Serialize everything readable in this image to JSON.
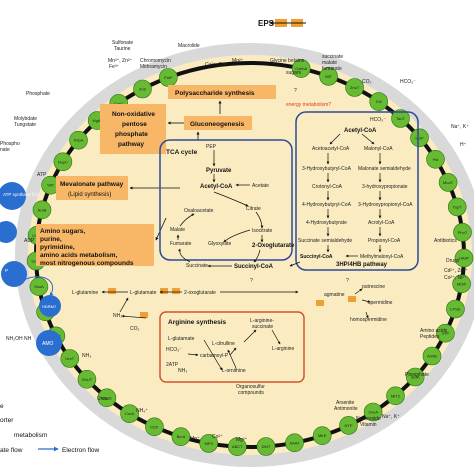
{
  "title_eps": "EPS",
  "top_row": {
    "sulfonate": "Sulfonate",
    "taurine": "Taurine",
    "glycine_betaine": "Glycine betaine",
    "sugars": "sugars",
    "succinate": "succinate",
    "malate": "malate",
    "fumarate": "fumarate",
    "co2": "CO₂",
    "hco3": "HCO₃⁻",
    "mn_zn": "Mn²⁺, Zn²⁺",
    "fe3": "Fe³⁺",
    "chromomycin": "Chromomycin",
    "mithramycin": "Mithramycin",
    "macrolide": "Macrolide",
    "cu_co": "Cu²⁺, Co²⁺",
    "mg2": "Mg²⁺",
    "question": "?"
  },
  "left_side": {
    "phosphate": "Phosphate",
    "molybdate": "Molybdate",
    "tungstate": "Tungstate",
    "phospho": "Phospho",
    "nate": "nate",
    "atp": "ATP",
    "adp": "ADP",
    "atp_synthase": "ATP synthase (V)",
    "nh2oh_nh": "NH₂OH  NH",
    "p": "P",
    "hdrm": "HDRM?",
    "amo": "AMO"
  },
  "right_side": {
    "na_k": "Na⁺, K⁺",
    "h": "H⁺",
    "antibiotics": "Antibiotics",
    "drugs": "Drugs",
    "cd_zn": "Cd²⁺, Zn²⁺",
    "co_ni": "Co²⁺, Ni²⁺",
    "amino_acids": "Amino acids",
    "peptides": "Peptides",
    "phosphate": "Phosphate",
    "na_k_bottom": "Na⁺, K⁺"
  },
  "bottom_row": {
    "urea": "Urea",
    "nh4": "NH₄⁺",
    "organosulfur": "Organosulfur",
    "compounds": "compounds",
    "arsenite": "Arsenite",
    "antimonite": "Antimonite",
    "nucleoside": "Nucleoside",
    "vitamin": "Vitamin",
    "mo": "Mo⁺",
    "ion_a": "Co²⁺",
    "ion_b": "Mg²⁺"
  },
  "boxes": {
    "polysaccharide": "Polysaccharide synthesis",
    "nonox_l1": "Non-oxidative",
    "nonox_l2": "pentose",
    "nonox_l3": "phosphate",
    "nonox_l4": "pathway",
    "gluconeogenesis": "Gluconeogenesis",
    "mevalonate_l1": "Mevalonate pathway",
    "mevalonate_l2": "(Lipid synthesis)",
    "aa_l1": "Amino sugars,",
    "aa_l2": "purine,",
    "aa_l3": "pyrimidine,",
    "aa_l4": "amino acids metabolism,",
    "aa_l5": "most nitrogenous compounds",
    "energy": "energy metabolism?"
  },
  "tca": {
    "title": "TCA cycle",
    "pep": "PEP",
    "pyruvate": "Pyruvate",
    "acetyl_coa": "Acetyl-CoA",
    "acetate": "Acetate",
    "oxaloacetate": "Oxaloacetate",
    "citrate": "Citrate",
    "malate": "Malate",
    "fumarate": "Fumarate",
    "glyoxylate": "Glyoxylate",
    "isocitrate": "Isocitrate",
    "oxoglutarate": "2-Oxoglutarate",
    "succinate": "Succinate",
    "succinyl_coa": "Succinyl-CoA"
  },
  "hp": {
    "title": "3HP/4HB pathway",
    "hco3": "HCO₃⁻",
    "acetyl_coa": "Acetyl-CoA",
    "acetoacetyl": "Acetoacetyl-CoA",
    "malonyl": "Malonyl-CoA",
    "hb3": "3-Hydroxybutyryl-CoA",
    "malonate_sa": "Malonate semialdehyde",
    "crotonyl": "Crotonyl-CoA",
    "hp3": "3-hydroxypropionate",
    "hb4": "4-Hydroxybutyryl-CoA",
    "hpc3": "3-Hydroxypropionyl-CoA",
    "hb4b": "4-Hydroxybutyrate",
    "acrolyl": "Acrolyl-CoA",
    "succ_sa": "Succinate semialdehyde",
    "propionyl": "Propionyl-CoA",
    "succinyl": "Succinyl-CoA",
    "methylmalonyl": "Methylmalonyl-CoA",
    "hco3b": "HCO₃⁻"
  },
  "nitrogen": {
    "l_glutamine": "L-glutamine",
    "l_glutamate": "L-glutamate",
    "oxoglutarate": "2-oxoglutarate",
    "nh3": "NH₃",
    "co2": "CO₂",
    "nh3b": "NH₃",
    "agmatine": "agmatine",
    "putrescine": "putrescine",
    "spermidine": "spermidine",
    "homospermidine": "homospermidine",
    "q1": "?",
    "q2": "?"
  },
  "arginine": {
    "title": "Arginine synthesis",
    "l_arg_succ_1": "L-arginine-",
    "l_arg_succ_2": "succinate",
    "l_glutamate": "L-glutamate",
    "l_citrulline": "L-citrulline",
    "l_arginine": "L-arginine",
    "hco3": "HCO₃⁻",
    "carbamoyl": "carbamoyl-P",
    "atp2": "2ATP",
    "nh3": "NH₃",
    "l_ornithine": "L-ornithine"
  },
  "legend": {
    "l1": "e",
    "l2": "orter",
    "l3": "metabolism",
    "l4": "ate flow",
    "l5": "Electron flow"
  },
  "colors": {
    "cell_fill": "#faecc0",
    "membrane": "#111111",
    "outer_ring": "#d9d9d9",
    "transporter": "#66bb33",
    "orange_box": "#f7b766",
    "enzyme_small": "#f0a030",
    "tca_border": "#2b4a9c",
    "arg_border": "#d4542c",
    "blue_node": "#2a6fcf",
    "red_text": "#e0392a"
  },
  "node_labels": [
    "CsbhA",
    "MlT",
    "ZnuT",
    "Cbl",
    "TauT",
    "SulP",
    "Pst",
    "ModT",
    "TupT",
    "PhoT",
    "HAAT",
    "MOP",
    "LPSE",
    "GltT",
    "AmtB",
    "SbtA",
    "MlT2",
    "ZnuA",
    "NTP",
    "MtrE",
    "AAAT",
    "DMT",
    "ABCT",
    "MFS",
    "BcrA",
    "CDF",
    "CorA",
    "DcuE",
    "GhUT",
    "UreT",
    "AmtT",
    "TauA",
    "SsuA",
    "SsuC",
    "CnaA",
    "ArsB",
    "VitT",
    "NupC",
    "KdpA",
    "MgtE",
    "CorC",
    "Zn2",
    "PotF"
  ]
}
